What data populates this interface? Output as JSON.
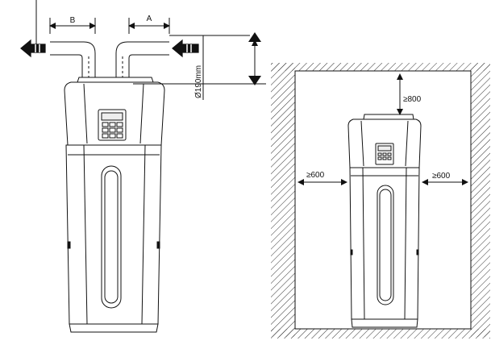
{
  "left_view": {
    "dim_b": "B",
    "dim_a": "A",
    "duct_diameter": "Ø190mm"
  },
  "right_view": {
    "clearance_top": "≥800",
    "clearance_left": "≥600",
    "clearance_right": "≥600"
  },
  "icons": [
    "arrow-left-icon",
    "arrow-down-icon"
  ]
}
